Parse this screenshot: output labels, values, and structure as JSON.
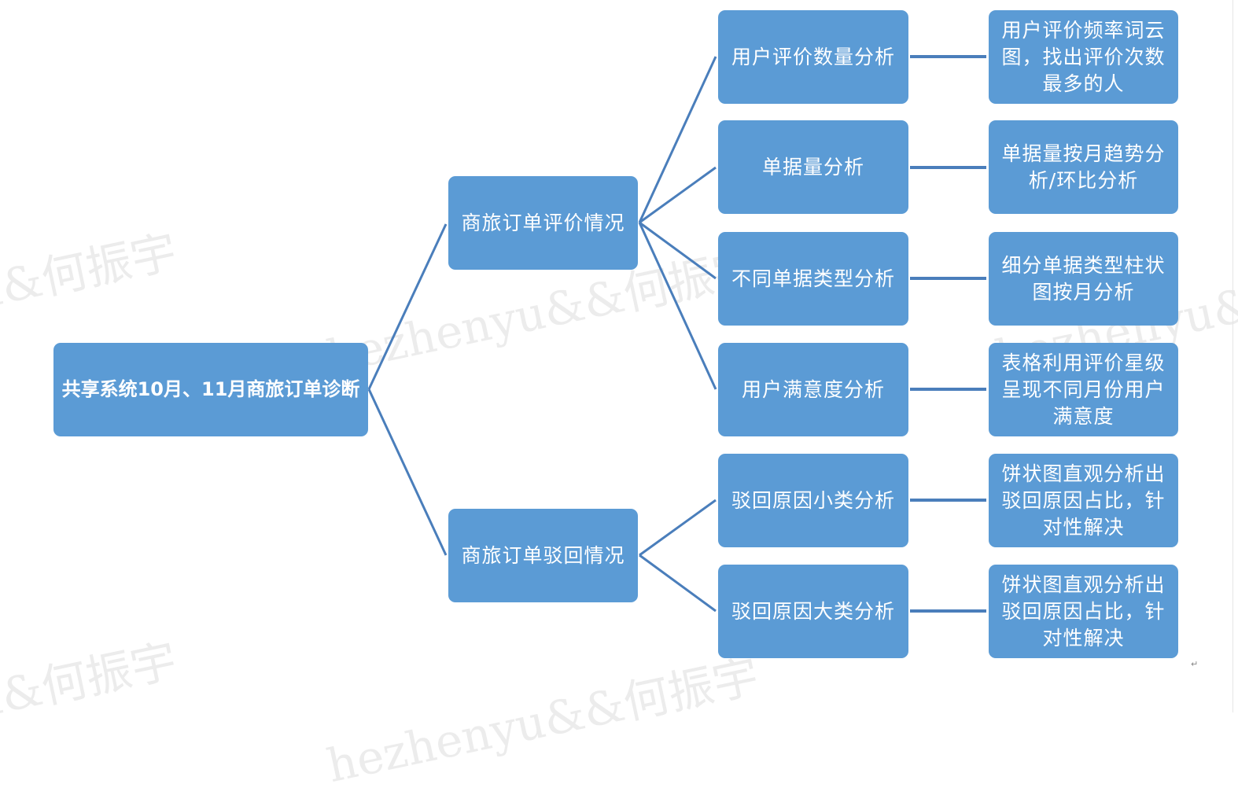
{
  "watermark": "hezhenyu&&何振宇",
  "root": {
    "label": "共享系统10月、11月商旅订单诊断"
  },
  "branches": [
    {
      "label": "商旅订单评价情况",
      "children": [
        {
          "label": "用户评价数量分析",
          "detail": "用户评价频率词云图，找出评价次数最多的人"
        },
        {
          "label": "单据量分析",
          "detail": "单据量按月趋势分析/环比分析"
        },
        {
          "label": "不同单据类型分析",
          "detail": "细分单据类型柱状图按月分析"
        },
        {
          "label": "用户满意度分析",
          "detail": "表格利用评价星级呈现不同月份用户满意度"
        }
      ]
    },
    {
      "label": "商旅订单驳回情况",
      "children": [
        {
          "label": "驳回原因小类分析",
          "detail": "饼状图直观分析出驳回原因占比，针对性解决"
        },
        {
          "label": "驳回原因大类分析",
          "detail": "饼状图直观分析出驳回原因占比，针对性解决"
        }
      ]
    }
  ],
  "paragraph_mark": "↵",
  "colors": {
    "box": "#5b9bd5",
    "line": "#4a7ebb"
  }
}
